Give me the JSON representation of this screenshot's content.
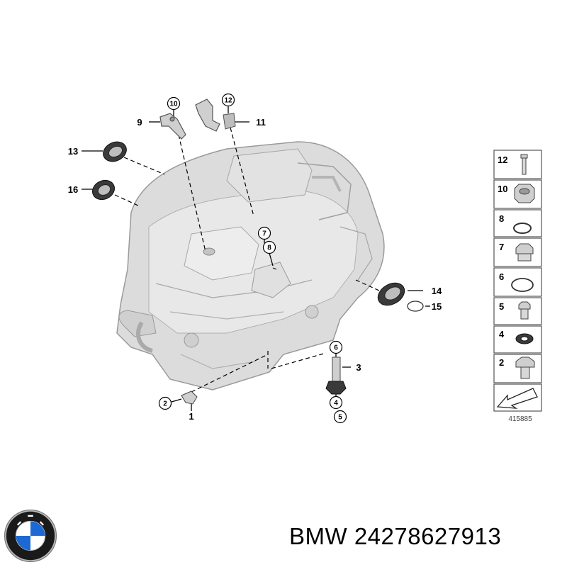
{
  "callouts": {
    "c1": "1",
    "c2": "2",
    "c3": "3",
    "c4": "4",
    "c5": "5",
    "c6": "6",
    "c7": "7",
    "c8": "8",
    "c9": "9",
    "c10": "10",
    "c11": "11",
    "c12": "12",
    "c13": "13",
    "c14": "14",
    "c15": "15",
    "c16": "16"
  },
  "legend": {
    "items": [
      "12",
      "10",
      "8",
      "7",
      "6",
      "5",
      "4",
      "2"
    ],
    "ref_code": "415885"
  },
  "title": "BMW 24278627913",
  "colors": {
    "line": "#000000",
    "housing": "#d8d8d8",
    "legend_border": "#555555"
  },
  "icons": {
    "logo": "bmw-roundel-icon"
  }
}
